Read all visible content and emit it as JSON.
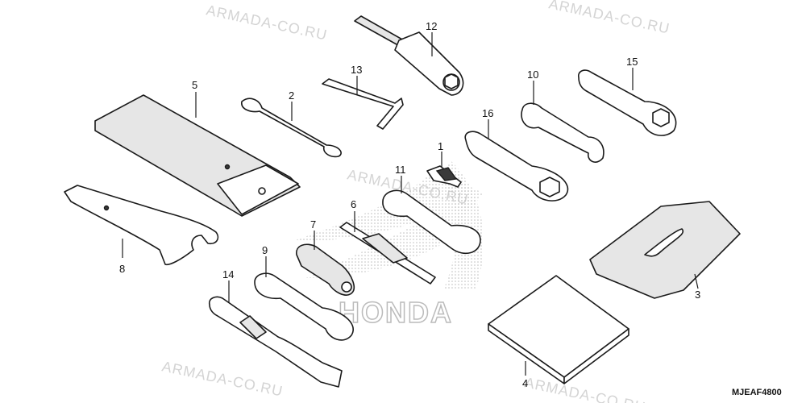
{
  "watermark": "ARMADA-CO.RU",
  "logo_text": "HONDA",
  "diagram_code": "MJEAF4800",
  "callouts": {
    "c1": "1",
    "c2": "2",
    "c3": "3",
    "c4": "4",
    "c5": "5",
    "c6": "6",
    "c7": "7",
    "c8": "8",
    "c9": "9",
    "c10": "10",
    "c11": "11",
    "c12": "12",
    "c13": "13",
    "c14": "14",
    "c15": "15",
    "c16": "16"
  },
  "colors": {
    "line": "#1a1a1a",
    "watermark": "#d4d4d4",
    "logo_dots": "#bdbdbd"
  }
}
